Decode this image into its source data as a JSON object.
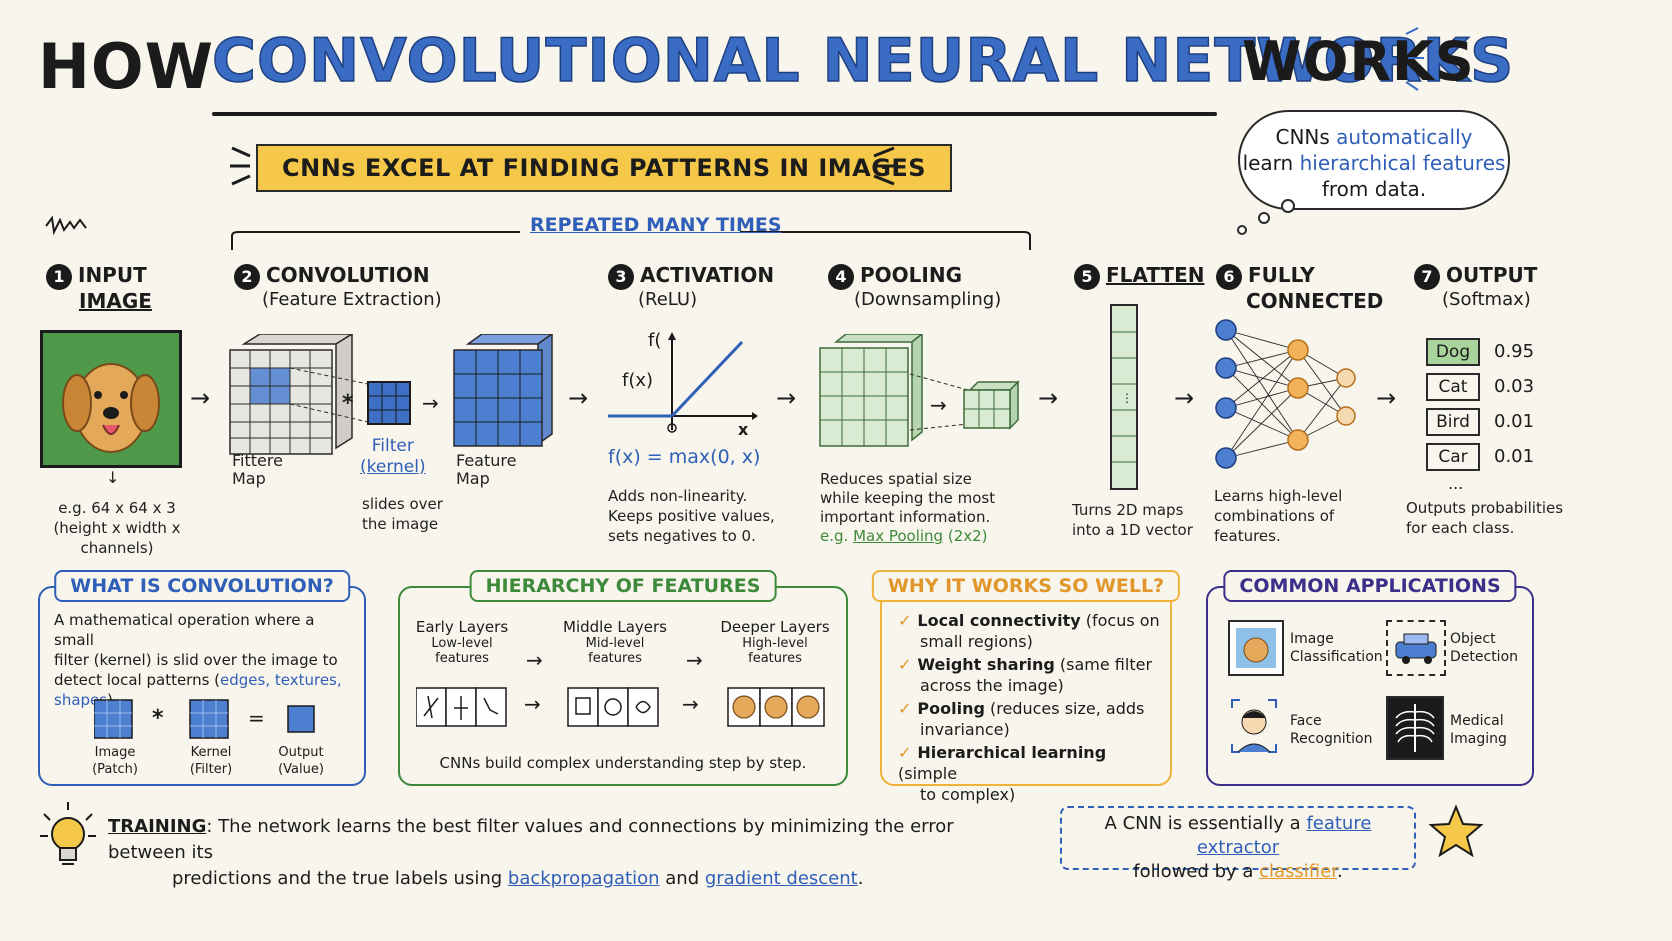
{
  "title": {
    "how": "HOW",
    "cnn": "CONVOLUTIONAL NEURAL NETWORKS",
    "works": "WORKS"
  },
  "banner": "CNNs EXCEL AT FINDING PATTERNS IN IMAGES",
  "thought": {
    "pre1": "CNNs ",
    "hl1": "automatically",
    "pre2": "learn ",
    "hl2": "hierarchical features",
    "line3": "from data."
  },
  "repeated": "REPEATED MANY TIMES",
  "steps": {
    "s1": {
      "num": "1",
      "title1": "INPUT",
      "title2": "IMAGE",
      "note1": "e.g. 64 x 64 x 3",
      "note2": "(height x width x channels)"
    },
    "s2": {
      "num": "2",
      "title": "CONVOLUTION",
      "sub": "(Feature Extraction)",
      "left_label1": "Fittere",
      "left_label2": "Map",
      "filter_label1": "Filter",
      "filter_label2": "(kernel)",
      "right_label1": "Feature",
      "right_label2": "Map",
      "slides1": "slides over",
      "slides2": "the image"
    },
    "s3": {
      "num": "3",
      "title": "ACTIVATION",
      "sub": "(ReLU)",
      "fx_top": "f(",
      "fx_mid": "f(x)",
      "x_label": "x",
      "origin": "0",
      "formula": "f(x) = max(0, x)",
      "note1": "Adds non-linearity.",
      "note2": "Keeps positive values,",
      "note3": "sets negatives to 0."
    },
    "s4": {
      "num": "4",
      "title": "POOLING",
      "sub": "(Downsampling)",
      "note1": "Reduces spatial size",
      "note2": "while keeping the most",
      "note3": "important information.",
      "note4_pre": "e.g. ",
      "note4_link": "Max Pooling",
      "note4_post": " (2x2)"
    },
    "s5": {
      "num": "5",
      "title": "FLATTEN",
      "note1": "Turns 2D maps",
      "note2": "into a 1D vector"
    },
    "s6": {
      "num": "6",
      "title1": "FULLY",
      "title2": "CONNECTED",
      "note1": "Learns high-level",
      "note2": "combinations of",
      "note3": "features."
    },
    "s7": {
      "num": "7",
      "title": "OUTPUT",
      "sub": "(Softmax)",
      "ellipsis": "...",
      "note1": "Outputs probabilities",
      "note2": "for each class."
    }
  },
  "outputs": [
    {
      "label": "Dog",
      "value": "0.95"
    },
    {
      "label": "Cat",
      "value": "0.03"
    },
    {
      "label": "Bird",
      "value": "0.01"
    },
    {
      "label": "Car",
      "value": "0.01"
    }
  ],
  "convolution_box": {
    "title": "WHAT IS CONVOLUTION?",
    "text1": "A mathematical operation where a small",
    "text2": "filter (kernel) is slid over the image to",
    "text3_pre": "detect local patterns (",
    "text3_hl": "edges, textures,",
    "text4_hl": "shapes",
    "text4_post": ").",
    "op_times": "*",
    "op_eq": "=",
    "image_label1": "Image",
    "image_label2": "(Patch)",
    "kernel_label1": "Kernel",
    "kernel_label2": "(Filter)",
    "output_label1": "Output",
    "output_label2": "(Value)"
  },
  "hierarchy_box": {
    "title": "HIERARCHY OF FEATURES",
    "early": {
      "head": "Early Layers",
      "sub1": "Low-level",
      "sub2": "features"
    },
    "middle": {
      "head": "Middle Layers",
      "sub1": "Mid-level",
      "sub2": "features"
    },
    "deeper": {
      "head": "Deeper Layers",
      "sub1": "High-level",
      "sub2": "features"
    },
    "caption": "CNNs build complex understanding step by step."
  },
  "why_box": {
    "title": "WHY IT WORKS SO WELL?",
    "items": [
      {
        "bold": "Local connectivity",
        "rest1": " (focus on",
        "rest2": "small regions)"
      },
      {
        "bold": "Weight sharing",
        "rest1": " (same filter",
        "rest2": "across the image)"
      },
      {
        "bold": "Pooling",
        "rest1": " (reduces size, adds",
        "rest2": "invariance)"
      },
      {
        "bold": "Hierarchical learning",
        "rest1": " (simple",
        "rest2": "to complex)"
      }
    ]
  },
  "apps_box": {
    "title": "COMMON APPLICATIONS",
    "items": [
      {
        "l1": "Image",
        "l2": "Classification"
      },
      {
        "l1": "Object",
        "l2": "Detection"
      },
      {
        "l1": "Face",
        "l2": "Recognition"
      },
      {
        "l1": "Medical",
        "l2": "Imaging"
      }
    ]
  },
  "training": {
    "label": "TRAINING",
    "line1": ": The network learns the best filter values and connections by minimizing the error between its",
    "line2_pre": "predictions and the true labels using ",
    "link1": "backpropagation",
    "mid": " and ",
    "link2": "gradient descent",
    "end": "."
  },
  "summary": {
    "pre": "A CNN is essentially a ",
    "link1": "feature extractor",
    "line2_pre": "followed by a ",
    "link2": "classifier",
    "end": "."
  },
  "colors": {
    "blue": "#2f5fb8",
    "green": "#3d8a3a",
    "orange": "#e0962a",
    "yellow": "#f5c84a",
    "purple": "#3b2f8a",
    "navy": "#1e3f80"
  }
}
